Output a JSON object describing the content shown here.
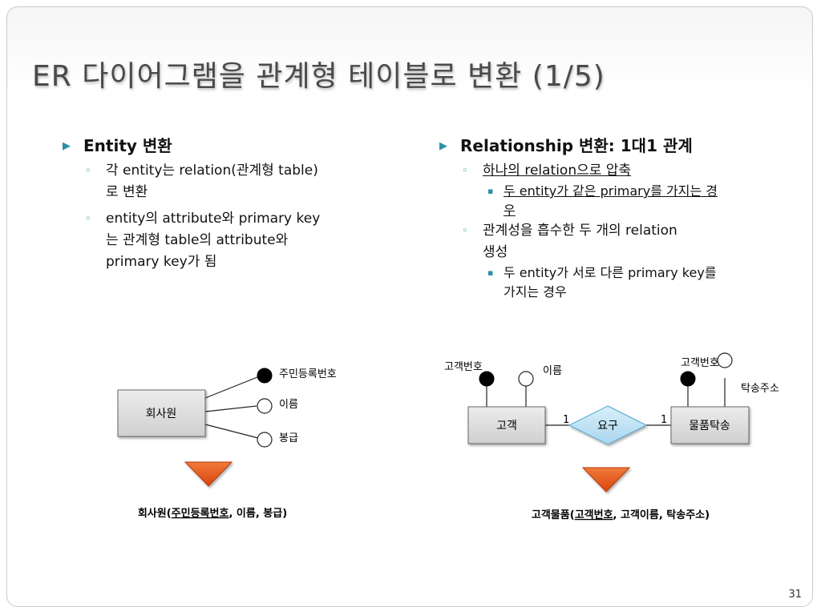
{
  "slide": {
    "title": "ER 다이어그램을 관계형 테이블로 변환 (1/5)",
    "page_number": "31"
  },
  "left": {
    "heading": "Entity 변환",
    "items": [
      {
        "text_line1": "각 entity는 relation(관계형 table)",
        "text_line2": "로 변환"
      },
      {
        "text_line1": "entity의 attribute와 primary key",
        "text_line2": "는 관계형 table의 attribute와",
        "text_line3": "primary key가 됨"
      }
    ]
  },
  "right": {
    "heading": "Relationship 변환: 1대1 관계",
    "item1": {
      "text": "하나의 relation으로 압축"
    },
    "item1_sub": {
      "text_line1": "두 entity가 같은 primary를 가지는 경",
      "text_line2": "우"
    },
    "item2": {
      "text_line1": "관계성을 흡수한 두 개의 relation",
      "text_line2": "생성"
    },
    "item2_sub": {
      "text_line1": "두 entity가 서로 다른 primary key를",
      "text_line2": "가지는 경우"
    }
  },
  "diagram_left": {
    "entity": "회사원",
    "attributes": [
      "주민등록번호",
      "이름",
      "봉급"
    ],
    "key_attribute": "주민등록번호",
    "result_prefix": "회사원(",
    "result_key": "주민등록번호",
    "result_rest": ", 이름, 봉급)"
  },
  "diagram_right": {
    "entity_a": "고객",
    "entity_b": "물품탁송",
    "relationship": "요구",
    "cardinality_a": "1",
    "cardinality_b": "1",
    "attrs_a": [
      "고객번호",
      "이름"
    ],
    "key_a": "고객번호",
    "attrs_b": [
      "고객번호",
      "탁송주소"
    ],
    "key_b": "고객번호",
    "result_prefix": "고객물품(",
    "result_key": "고객번호",
    "result_rest": ", 고객이름, 탁송주소)"
  },
  "colors": {
    "bullet": "#2e8fa8",
    "arrow_fill": "#e8541c",
    "relationship_fill": "#bfe3f5",
    "entity_fill": "#dcdcdc"
  }
}
